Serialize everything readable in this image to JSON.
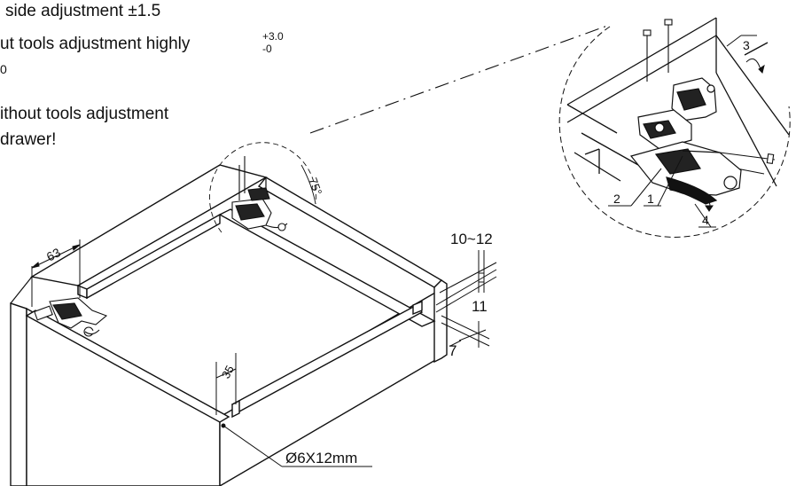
{
  "notes": {
    "line1": "side adjustment  ±1.5",
    "line2": "ut tools adjustment highly",
    "line2_sup_top": "+3.0",
    "line2_sup_bottom": "-0",
    "line3": "0",
    "line4": "ithout tools adjustment",
    "line5": " drawer!"
  },
  "dimensions": {
    "top_spacing": "63",
    "angle": "75°",
    "front_spacing": "35",
    "front_thickness": "10~12",
    "side_offset": "11",
    "side_gap": "7",
    "drill_hole": "Ø6X12mm"
  },
  "callouts": {
    "one": "1",
    "two": "2",
    "three": "3",
    "four": "4"
  }
}
